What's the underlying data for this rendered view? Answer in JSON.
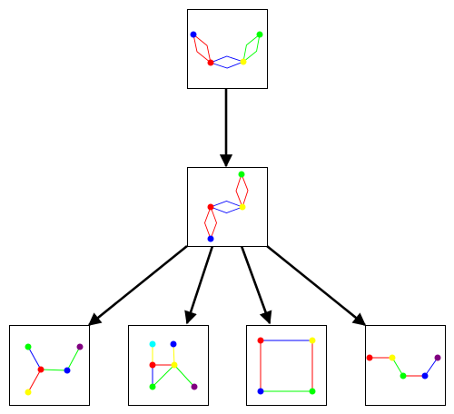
{
  "diagram": {
    "colors": {
      "red": "#ff0000",
      "blue": "#0000ff",
      "green": "#00ff00",
      "yellow": "#ffff00",
      "purple": "#800080",
      "cyan": "#00ffff",
      "box_stroke": "#000000",
      "arrow": "#000000"
    },
    "graphs": [
      {
        "id": "root",
        "nodes": [
          {
            "id": "b",
            "color": "blue"
          },
          {
            "id": "r",
            "color": "red"
          },
          {
            "id": "y",
            "color": "yellow"
          },
          {
            "id": "g",
            "color": "green"
          }
        ],
        "edges": [
          {
            "from": "b",
            "to": "r",
            "color": "red",
            "double": true
          },
          {
            "from": "r",
            "to": "y",
            "color": "blue",
            "double": true
          },
          {
            "from": "y",
            "to": "g",
            "color": "green",
            "double": true
          }
        ]
      },
      {
        "id": "middle",
        "nodes": [
          {
            "id": "g",
            "color": "green"
          },
          {
            "id": "y",
            "color": "yellow"
          },
          {
            "id": "r",
            "color": "red"
          },
          {
            "id": "b",
            "color": "blue"
          }
        ],
        "edges": [
          {
            "from": "g",
            "to": "y",
            "color": "red",
            "double": true
          },
          {
            "from": "r",
            "to": "y",
            "color": "blue",
            "double": true
          },
          {
            "from": "r",
            "to": "b",
            "color": "red",
            "double": true
          }
        ]
      },
      {
        "id": "child-1",
        "nodes": [
          {
            "id": "g",
            "color": "green"
          },
          {
            "id": "r",
            "color": "red"
          },
          {
            "id": "b",
            "color": "blue"
          },
          {
            "id": "p",
            "color": "purple"
          },
          {
            "id": "y",
            "color": "yellow"
          }
        ],
        "edges": [
          {
            "from": "g",
            "to": "r",
            "color": "blue"
          },
          {
            "from": "r",
            "to": "b",
            "color": "green"
          },
          {
            "from": "b",
            "to": "p",
            "color": "green"
          },
          {
            "from": "r",
            "to": "y",
            "color": "red"
          }
        ]
      },
      {
        "id": "child-2",
        "nodes": [
          {
            "id": "c",
            "color": "cyan"
          },
          {
            "id": "b",
            "color": "blue"
          },
          {
            "id": "r",
            "color": "red"
          },
          {
            "id": "y",
            "color": "yellow"
          },
          {
            "id": "g",
            "color": "green"
          },
          {
            "id": "p",
            "color": "purple"
          }
        ],
        "edges": [
          {
            "from": "c",
            "to": "r",
            "color": "yellow"
          },
          {
            "from": "r",
            "to": "y",
            "color": "red"
          },
          {
            "from": "b",
            "to": "y",
            "color": "yellow"
          },
          {
            "from": "y",
            "to": "g",
            "color": "green"
          },
          {
            "from": "y",
            "to": "p",
            "color": "green"
          },
          {
            "from": "r",
            "to": "g",
            "color": "blue"
          }
        ]
      },
      {
        "id": "child-3",
        "nodes": [
          {
            "id": "r",
            "color": "red"
          },
          {
            "id": "y",
            "color": "yellow"
          },
          {
            "id": "b",
            "color": "blue"
          },
          {
            "id": "g",
            "color": "green"
          }
        ],
        "edges": [
          {
            "from": "r",
            "to": "y",
            "color": "blue"
          },
          {
            "from": "r",
            "to": "b",
            "color": "red"
          },
          {
            "from": "y",
            "to": "g",
            "color": "red"
          },
          {
            "from": "b",
            "to": "g",
            "color": "green"
          }
        ]
      },
      {
        "id": "child-4",
        "nodes": [
          {
            "id": "r",
            "color": "red"
          },
          {
            "id": "y",
            "color": "yellow"
          },
          {
            "id": "g",
            "color": "green"
          },
          {
            "id": "b",
            "color": "blue"
          },
          {
            "id": "p",
            "color": "purple"
          }
        ],
        "edges": [
          {
            "from": "r",
            "to": "y",
            "color": "red"
          },
          {
            "from": "y",
            "to": "g",
            "color": "green"
          },
          {
            "from": "g",
            "to": "b",
            "color": "red"
          },
          {
            "from": "b",
            "to": "p",
            "color": "blue"
          }
        ]
      }
    ],
    "arrows": [
      {
        "from": "root",
        "to": "middle"
      },
      {
        "from": "middle",
        "to": "child-1"
      },
      {
        "from": "middle",
        "to": "child-2"
      },
      {
        "from": "middle",
        "to": "child-3"
      },
      {
        "from": "middle",
        "to": "child-4"
      }
    ]
  }
}
